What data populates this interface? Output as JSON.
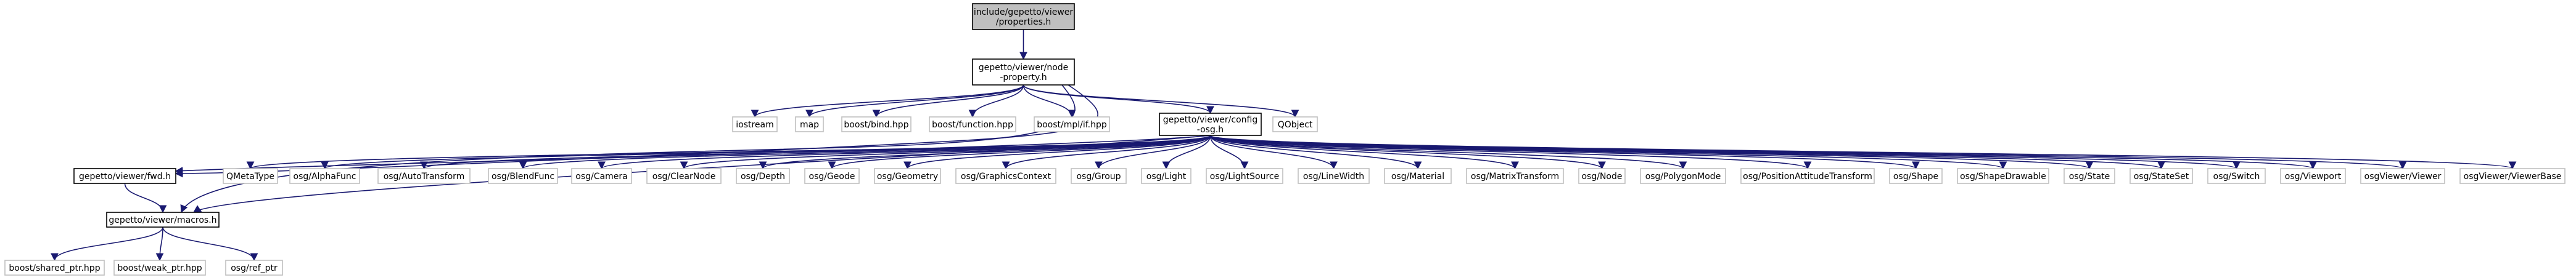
{
  "diagram": {
    "colors": {
      "edge": "#191970",
      "root_fill": "#bfbfbf",
      "root_border": "#000000",
      "doc_border": "#000000",
      "ext_border": "#bfbfbf",
      "fill": "#ffffff",
      "text": "#000000"
    },
    "nodes": {
      "root": {
        "lines": [
          "include/gepetto/viewer",
          "/properties.h"
        ],
        "kind": "root"
      },
      "node_property": {
        "lines": [
          "gepetto/viewer/node",
          "-property.h"
        ],
        "kind": "doc"
      },
      "iostream": {
        "lines": [
          "iostream"
        ],
        "kind": "ext"
      },
      "map": {
        "lines": [
          "map"
        ],
        "kind": "ext"
      },
      "boost_bind": {
        "lines": [
          "boost/bind.hpp"
        ],
        "kind": "ext"
      },
      "boost_function": {
        "lines": [
          "boost/function.hpp"
        ],
        "kind": "ext"
      },
      "boost_mpl_if": {
        "lines": [
          "boost/mpl/if.hpp"
        ],
        "kind": "ext"
      },
      "config_osg": {
        "lines": [
          "gepetto/viewer/config",
          "-osg.h"
        ],
        "kind": "doc"
      },
      "qobject": {
        "lines": [
          "QObject"
        ],
        "kind": "ext"
      },
      "fwd": {
        "lines": [
          "gepetto/viewer/fwd.h"
        ],
        "kind": "doc"
      },
      "macros": {
        "lines": [
          "gepetto/viewer/macros.h"
        ],
        "kind": "doc"
      },
      "boost_shared_ptr": {
        "lines": [
          "boost/shared_ptr.hpp"
        ],
        "kind": "ext"
      },
      "boost_weak_ptr": {
        "lines": [
          "boost/weak_ptr.hpp"
        ],
        "kind": "ext"
      },
      "osg_ref_ptr": {
        "lines": [
          "osg/ref_ptr"
        ],
        "kind": "ext"
      },
      "qmetatype": {
        "lines": [
          "QMetaType"
        ],
        "kind": "ext"
      },
      "osg_alphafunc": {
        "lines": [
          "osg/AlphaFunc"
        ],
        "kind": "ext"
      },
      "osg_autotransform": {
        "lines": [
          "osg/AutoTransform"
        ],
        "kind": "ext"
      },
      "osg_blendfunc": {
        "lines": [
          "osg/BlendFunc"
        ],
        "kind": "ext"
      },
      "osg_camera": {
        "lines": [
          "osg/Camera"
        ],
        "kind": "ext"
      },
      "osg_clearnode": {
        "lines": [
          "osg/ClearNode"
        ],
        "kind": "ext"
      },
      "osg_depth": {
        "lines": [
          "osg/Depth"
        ],
        "kind": "ext"
      },
      "osg_geode": {
        "lines": [
          "osg/Geode"
        ],
        "kind": "ext"
      },
      "osg_geometry": {
        "lines": [
          "osg/Geometry"
        ],
        "kind": "ext"
      },
      "osg_graphicscontext": {
        "lines": [
          "osg/GraphicsContext"
        ],
        "kind": "ext"
      },
      "osg_group": {
        "lines": [
          "osg/Group"
        ],
        "kind": "ext"
      },
      "osg_light": {
        "lines": [
          "osg/Light"
        ],
        "kind": "ext"
      },
      "osg_lightsource": {
        "lines": [
          "osg/LightSource"
        ],
        "kind": "ext"
      },
      "osg_linewidth": {
        "lines": [
          "osg/LineWidth"
        ],
        "kind": "ext"
      },
      "osg_material": {
        "lines": [
          "osg/Material"
        ],
        "kind": "ext"
      },
      "osg_matrixtransform": {
        "lines": [
          "osg/MatrixTransform"
        ],
        "kind": "ext"
      },
      "osg_node": {
        "lines": [
          "osg/Node"
        ],
        "kind": "ext"
      },
      "osg_polygonmode": {
        "lines": [
          "osg/PolygonMode"
        ],
        "kind": "ext"
      },
      "osg_pat": {
        "lines": [
          "osg/PositionAttitudeTransform"
        ],
        "kind": "ext"
      },
      "osg_shape": {
        "lines": [
          "osg/Shape"
        ],
        "kind": "ext"
      },
      "osg_shapedrawable": {
        "lines": [
          "osg/ShapeDrawable"
        ],
        "kind": "ext"
      },
      "osg_state": {
        "lines": [
          "osg/State"
        ],
        "kind": "ext"
      },
      "osg_stateset": {
        "lines": [
          "osg/StateSet"
        ],
        "kind": "ext"
      },
      "osg_switch": {
        "lines": [
          "osg/Switch"
        ],
        "kind": "ext"
      },
      "osg_viewport": {
        "lines": [
          "osg/Viewport"
        ],
        "kind": "ext"
      },
      "osgviewer_viewer": {
        "lines": [
          "osgViewer/Viewer"
        ],
        "kind": "ext"
      },
      "osgviewer_viewerbase": {
        "lines": [
          "osgViewer/ViewerBase"
        ],
        "kind": "ext"
      }
    },
    "edges": [
      [
        "root",
        "node_property"
      ],
      [
        "node_property",
        "iostream"
      ],
      [
        "node_property",
        "map"
      ],
      [
        "node_property",
        "boost_bind"
      ],
      [
        "node_property",
        "boost_function"
      ],
      [
        "node_property",
        "boost_mpl_if"
      ],
      [
        "node_property",
        "config_osg"
      ],
      [
        "node_property",
        "qobject"
      ],
      [
        "node_property",
        "fwd"
      ],
      [
        "node_property",
        "macros"
      ],
      [
        "config_osg",
        "fwd"
      ],
      [
        "config_osg",
        "macros"
      ],
      [
        "config_osg",
        "qmetatype"
      ],
      [
        "config_osg",
        "osg_alphafunc"
      ],
      [
        "config_osg",
        "osg_autotransform"
      ],
      [
        "config_osg",
        "osg_blendfunc"
      ],
      [
        "config_osg",
        "osg_camera"
      ],
      [
        "config_osg",
        "osg_clearnode"
      ],
      [
        "config_osg",
        "osg_depth"
      ],
      [
        "config_osg",
        "osg_geode"
      ],
      [
        "config_osg",
        "osg_geometry"
      ],
      [
        "config_osg",
        "osg_graphicscontext"
      ],
      [
        "config_osg",
        "osg_group"
      ],
      [
        "config_osg",
        "osg_light"
      ],
      [
        "config_osg",
        "osg_lightsource"
      ],
      [
        "config_osg",
        "osg_linewidth"
      ],
      [
        "config_osg",
        "osg_material"
      ],
      [
        "config_osg",
        "osg_matrixtransform"
      ],
      [
        "config_osg",
        "osg_node"
      ],
      [
        "config_osg",
        "osg_polygonmode"
      ],
      [
        "config_osg",
        "osg_pat"
      ],
      [
        "config_osg",
        "osg_shape"
      ],
      [
        "config_osg",
        "osg_shapedrawable"
      ],
      [
        "config_osg",
        "osg_state"
      ],
      [
        "config_osg",
        "osg_stateset"
      ],
      [
        "config_osg",
        "osg_switch"
      ],
      [
        "config_osg",
        "osg_viewport"
      ],
      [
        "config_osg",
        "osgviewer_viewer"
      ],
      [
        "config_osg",
        "osgviewer_viewerbase"
      ],
      [
        "fwd",
        "macros"
      ],
      [
        "macros",
        "boost_shared_ptr"
      ],
      [
        "macros",
        "boost_weak_ptr"
      ],
      [
        "macros",
        "osg_ref_ptr"
      ]
    ]
  }
}
